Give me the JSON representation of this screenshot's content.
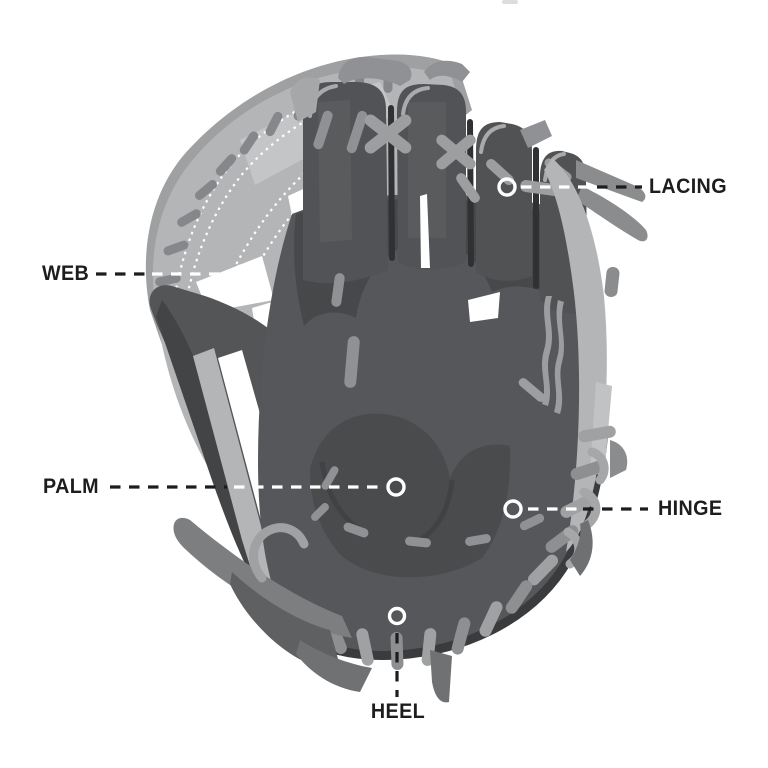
{
  "diagram": {
    "subject": "baseball-glove-parts",
    "callouts": [
      {
        "id": "web",
        "label": "WEB"
      },
      {
        "id": "palm",
        "label": "PALM"
      },
      {
        "id": "lacing",
        "label": "LACING"
      },
      {
        "id": "hinge",
        "label": "HINGE"
      },
      {
        "id": "heel",
        "label": "HEEL"
      }
    ],
    "colors": {
      "background": "#ffffff",
      "label_text": "#1d1d1f",
      "callout_line_dark": "#1d1d1f",
      "callout_line_light": "#ffffff",
      "marker_ring": "#ffffff",
      "glove_dark": "#555658",
      "glove_darker": "#474849",
      "glove_mid": "#8f9194",
      "glove_light": "#b3b5b7",
      "lace_loop": "#9fa1a3"
    }
  }
}
